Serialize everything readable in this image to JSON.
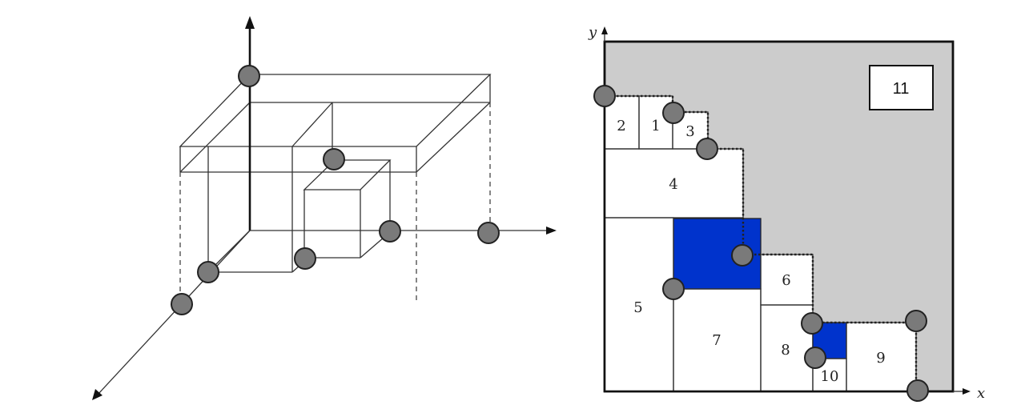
{
  "left_diagram": {
    "description_icon": "3d-axes-with-boxes-and-corner-points"
  },
  "right_diagram": {
    "axis_x_label": "x",
    "axis_y_label": "y",
    "boxes": [
      {
        "id": "1",
        "label": "1"
      },
      {
        "id": "2",
        "label": "2"
      },
      {
        "id": "3",
        "label": "3"
      },
      {
        "id": "4",
        "label": "4"
      },
      {
        "id": "5",
        "label": "5"
      },
      {
        "id": "6",
        "label": "6"
      },
      {
        "id": "7",
        "label": "7"
      },
      {
        "id": "8",
        "label": "8"
      },
      {
        "id": "9",
        "label": "9"
      },
      {
        "id": "10",
        "label": "10"
      }
    ],
    "container_label": "11",
    "colors": {
      "shaded_region": "#cccccc",
      "highlight_box": "#0033cc",
      "corner_point": "#7a7a7a"
    }
  }
}
